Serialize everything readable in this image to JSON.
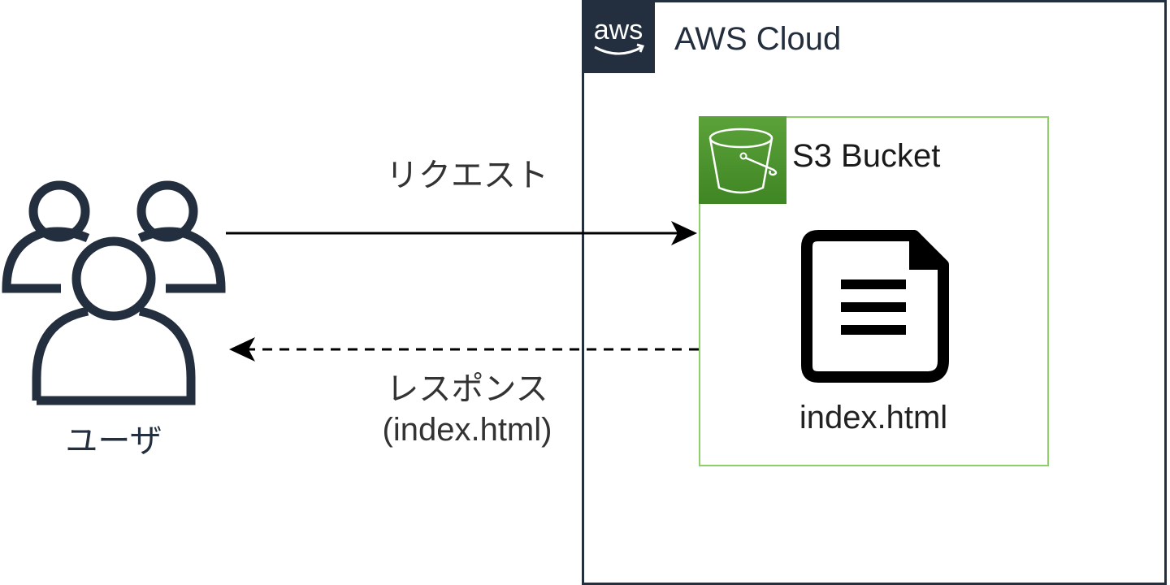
{
  "diagram": {
    "aws_cloud": {
      "label": "AWS Cloud",
      "logo_text": "aws",
      "border_color": "#232F3E"
    },
    "s3_bucket": {
      "label": "S3 Bucket",
      "border_color": "#8ED16A",
      "icon_color": "#3F8624"
    },
    "object": {
      "label": "index.html",
      "icon": "document-icon"
    },
    "user": {
      "label": "ユーザ",
      "icon": "users-icon"
    },
    "edges": {
      "request": {
        "label": "リクエスト",
        "from": "user",
        "to": "s3_bucket",
        "style": "solid"
      },
      "response": {
        "label": "レスポンス",
        "sub_label": "(index.html)",
        "from": "s3_bucket",
        "to": "user",
        "style": "dashed"
      }
    }
  }
}
